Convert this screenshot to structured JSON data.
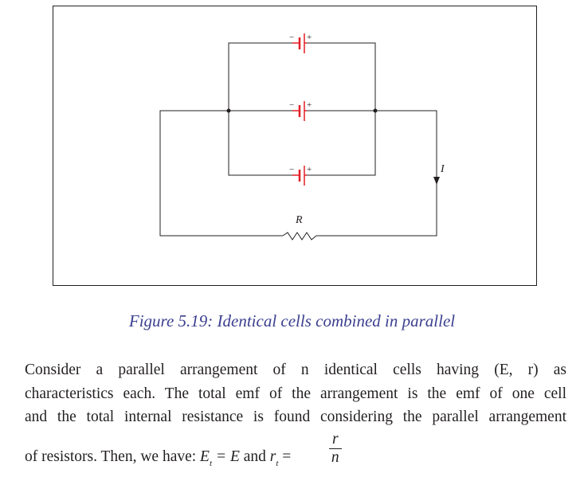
{
  "figure": {
    "current_label": "I",
    "resistor_label": "R",
    "plus_sign": "+",
    "minus_sign": "−",
    "colors": {
      "cell": "#e31e24",
      "wire": "#231f20",
      "caption": "#3b3f8f"
    }
  },
  "caption": "Figure 5.19: Identical cells combined in parallel",
  "paragraph": {
    "line1": "Consider a parallel arrangement of n identical cells having (E, r) as",
    "line2": "characteristics each. The total emf of the arrangement is the emf of one cell",
    "line3": "and the total internal resistance is found considering the parallel arrangement",
    "line4_prefix": "of resistors. Then, we have: ",
    "eq1_lhs": "E",
    "eq1_sub": "t",
    "eq1_rhs": " = E",
    "and_word": " and ",
    "eq2_lhs": "r",
    "eq2_sub": "t",
    "equals": " =",
    "frac_num": "r",
    "frac_den": "n"
  }
}
